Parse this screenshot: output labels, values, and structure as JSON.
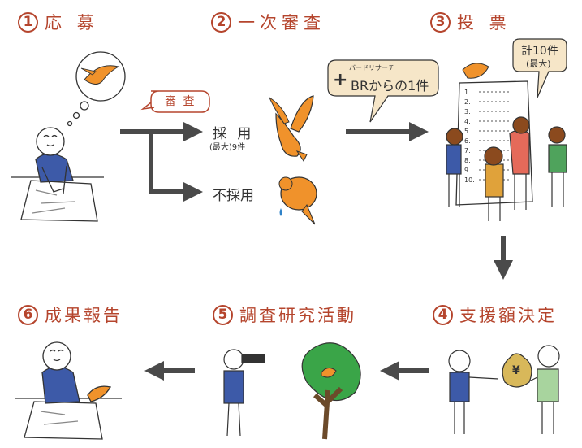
{
  "steps": [
    {
      "num": "1",
      "label": "応 募"
    },
    {
      "num": "2",
      "label": "一次審査"
    },
    {
      "num": "3",
      "label": "投 票"
    },
    {
      "num": "4",
      "label": "支援額決定"
    },
    {
      "num": "5",
      "label": "調査研究活動"
    },
    {
      "num": "6",
      "label": "成果報告"
    }
  ],
  "review_bubble": "審 査",
  "accepted": "採 用",
  "accepted_note": "(最大)9件",
  "rejected": "不採用",
  "br_bubble": {
    "plus": "+",
    "ruby": "バードリサーチ",
    "main": "BRからの1件"
  },
  "total_bubble": {
    "line1": "計10件",
    "line2": "(最大)"
  },
  "ballot_numbers": [
    "1.",
    "2.",
    "3.",
    "4.",
    "5.",
    "6.",
    "7.",
    "8.",
    "9.",
    "10."
  ],
  "money_symbol": "¥",
  "colors": {
    "accent": "#b5452d",
    "bird": "#f0922b",
    "arrow": "#4a4a4a",
    "bubble": "#f6e6c8",
    "shirt_blue": "#3d5aa8",
    "tree_green": "#3aa548"
  }
}
